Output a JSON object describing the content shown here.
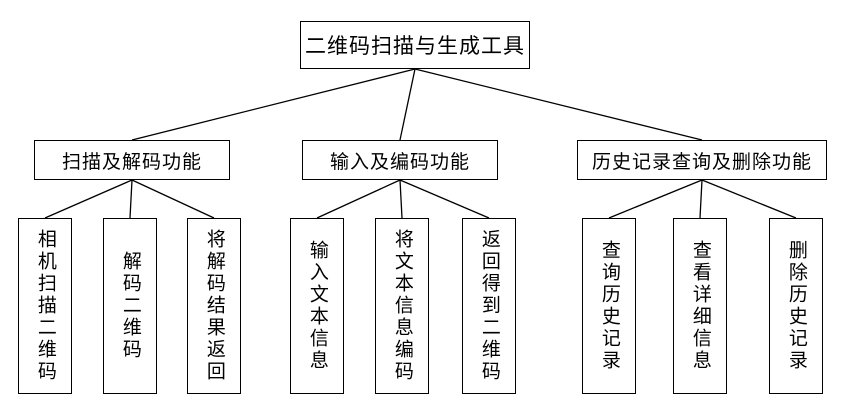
{
  "diagram": {
    "root": {
      "id": "root",
      "label": "二维码扫描与生成工具"
    },
    "modules": [
      {
        "id": "m1",
        "label": "扫描及解码功能",
        "children": [
          {
            "id": "m1c1",
            "label": "相机扫描二维码"
          },
          {
            "id": "m1c2",
            "label": "解码二维码"
          },
          {
            "id": "m1c3",
            "label": "将解码结果返回"
          }
        ]
      },
      {
        "id": "m2",
        "label": "输入及编码功能",
        "children": [
          {
            "id": "m2c1",
            "label": "输入文本信息"
          },
          {
            "id": "m2c2",
            "label": "将文本信息编码"
          },
          {
            "id": "m2c3",
            "label": "返回得到二维码"
          }
        ]
      },
      {
        "id": "m3",
        "label": "历史记录查询及删除功能",
        "children": [
          {
            "id": "m3c1",
            "label": "查询历史记录"
          },
          {
            "id": "m3c2",
            "label": "查看详细信息"
          },
          {
            "id": "m3c3",
            "label": "删除历史记录"
          }
        ]
      }
    ]
  },
  "style": {
    "line_color": "#000000",
    "box_border": "#000000",
    "background": "#ffffff"
  }
}
